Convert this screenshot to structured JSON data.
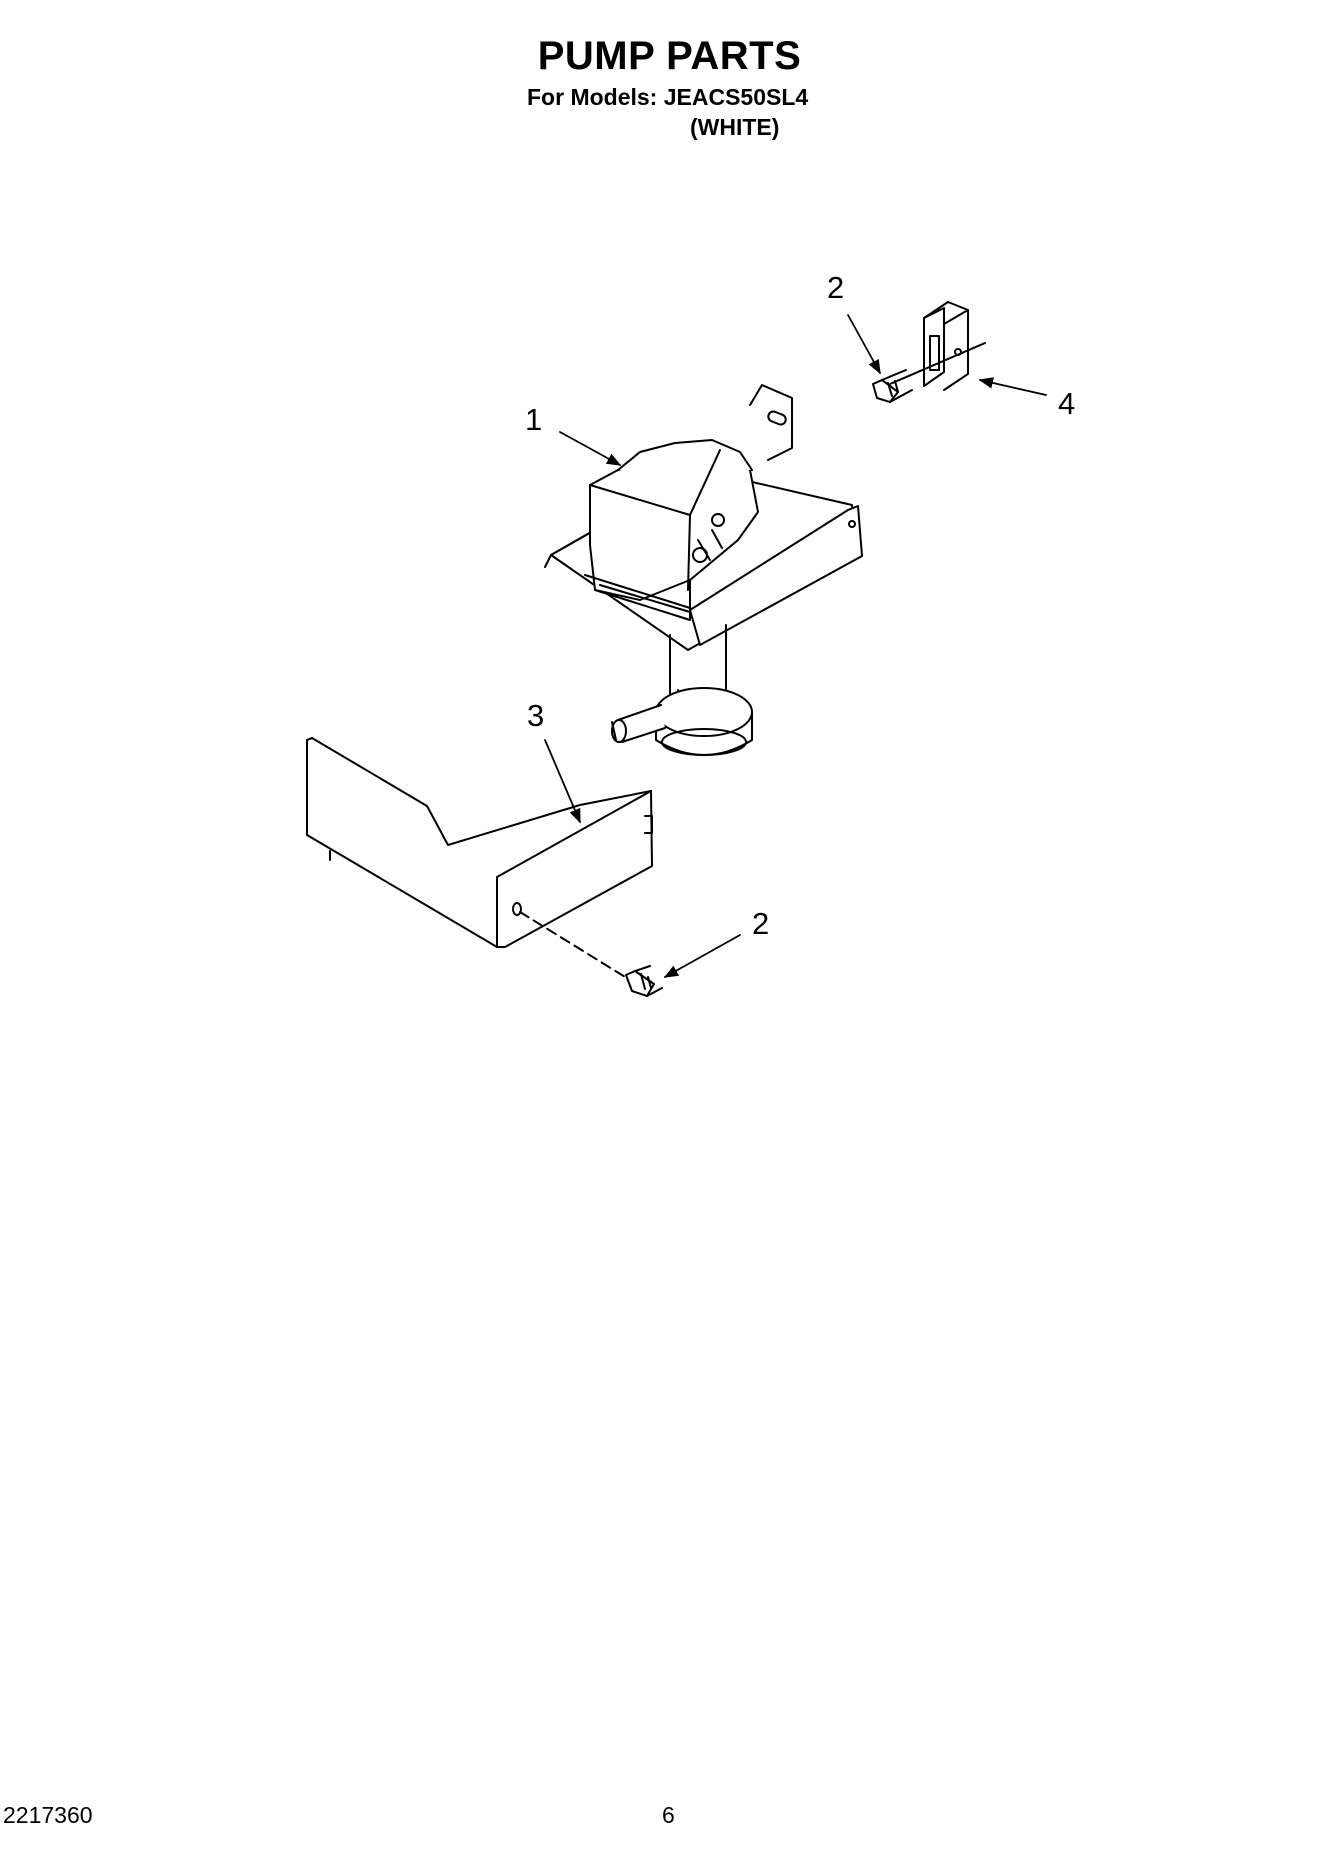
{
  "header": {
    "title": "PUMP PARTS",
    "models_line": "For Models: JEACS50SL4",
    "variant": "(WHITE)"
  },
  "callouts": [
    "1",
    "2",
    "3",
    "4",
    "2"
  ],
  "footer": {
    "doc_number": "2217360",
    "page_number": "6"
  }
}
